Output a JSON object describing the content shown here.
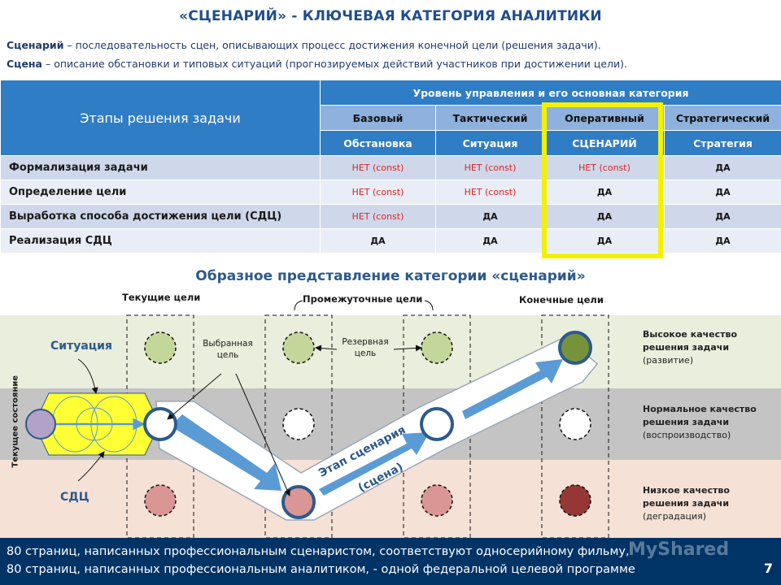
{
  "title": "«СЦЕНАРИЙ»  -  КЛЮЧЕВАЯ КАТЕГОРИЯ АНАЛИТИКИ",
  "definitions": [
    {
      "term": "Сценарий",
      "text": " – последовательность сцен, описывающих процесс достижения конечной цели (решения задачи)."
    },
    {
      "term": "Сцена",
      "text": " – описание обстановки и типовых ситуаций (прогнозируемых действий участников при достижении цели)."
    }
  ],
  "table": {
    "stages_header": "Этапы решения задачи",
    "level_header": "Уровень  управления  и его  основная категория",
    "levels": [
      "Базовый",
      "Тактический",
      "Оперативный",
      "Стратегический"
    ],
    "categories": [
      "Обстановка",
      "Ситуация",
      "СЦЕНАРИЙ",
      "Стратегия"
    ],
    "rows": [
      {
        "label": "Формализация задачи",
        "cells": [
          "НЕТ (const)",
          "НЕТ (const)",
          "НЕТ (const)",
          "ДА"
        ]
      },
      {
        "label": "Определение цели",
        "cells": [
          "НЕТ (const)",
          "НЕТ (const)",
          "ДА",
          "ДА"
        ]
      },
      {
        "label": "Выработка способа достижения цели (СДЦ)",
        "cells": [
          "НЕТ (const)",
          "ДА",
          "ДА",
          "ДА"
        ]
      },
      {
        "label": "Реализация СДЦ",
        "cells": [
          "ДА",
          "ДА",
          "ДА",
          "ДА"
        ]
      }
    ],
    "highlighted_column": "Оперативный"
  },
  "diagram": {
    "subtitle": "Образное представление категории «сценарий»",
    "current_goals": "Текущие цели",
    "intermediate_goals": "Промежуточные цели",
    "final_goals": "Конечные цели",
    "selected_goal": "Выбранная цель",
    "reserve_goal": "Резервная цель",
    "situation": "Ситуация",
    "sdc": "СДЦ",
    "current_state": "Текущее состояние",
    "scenario_stage_line1": "Этап сценария",
    "scenario_stage_line2": "(сцена)",
    "quality_high": {
      "title": "Высокое качество решения задачи",
      "note": "(развитие)"
    },
    "quality_normal": {
      "title": "Нормальное качество решения задачи",
      "note": "(воспроизводство)"
    },
    "quality_low": {
      "title": "Низкое качество решения задачи",
      "note": "(деградация)"
    },
    "colors": {
      "band_top": "#eaeedc",
      "band_mid": "#c4c4c4",
      "band_low": "#f6e1d6",
      "green_goal": "#c4d79b",
      "red_goal": "#da9694",
      "final_green": "#76933c",
      "final_red": "#953735",
      "current_state": "#b3a2c7",
      "stroke_blue": "#2c5a8c",
      "arrow": "#5b9bd5"
    }
  },
  "footer": {
    "line1": "80 страниц, написанных профессиональным сценаристом, соответствуют односерийному фильму,",
    "line2": "80 страниц, написанных профессиональным аналитиком, - одной федеральной целевой программе",
    "page": "7",
    "watermark": "MyShared"
  }
}
